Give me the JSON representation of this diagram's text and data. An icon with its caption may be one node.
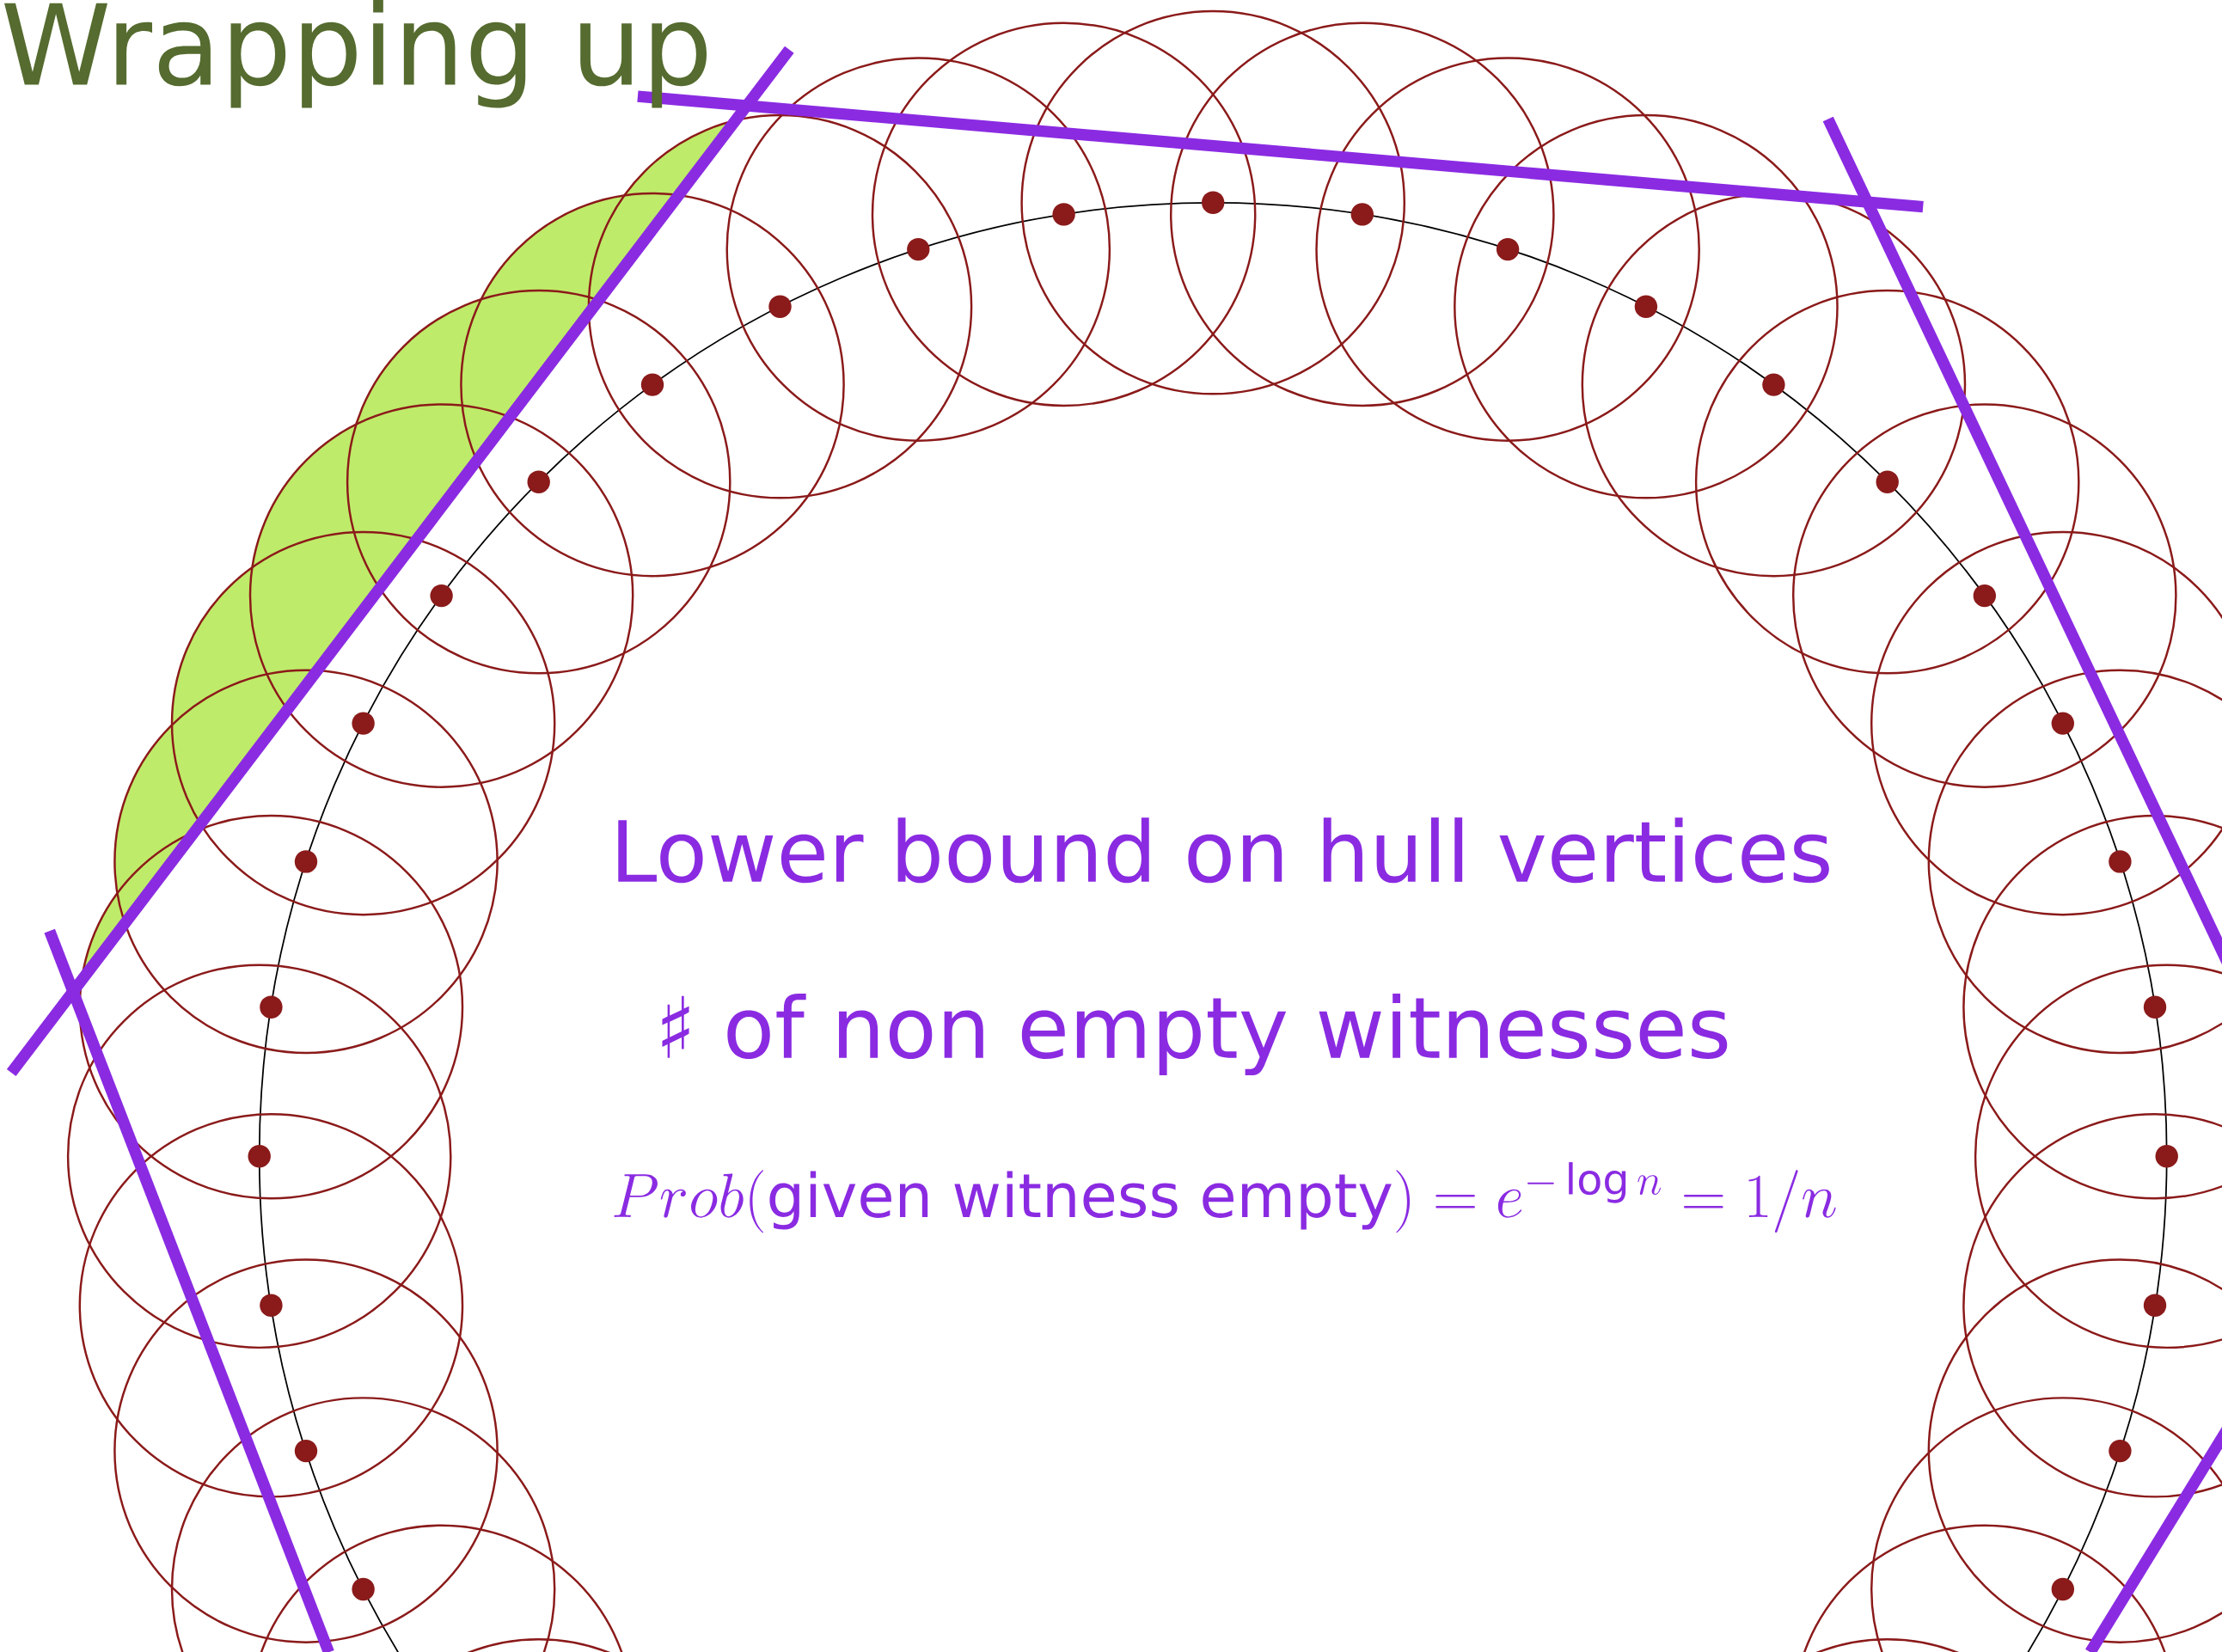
{
  "diagram": {
    "title": "Wrapping up",
    "labels": [
      "Lower bound on hull vertices",
      "♯ of non empty witnesses",
      "Prob(\\textrm{given witness empty}) = e^{-\\log n} = 1/n"
    ]
  }
}
